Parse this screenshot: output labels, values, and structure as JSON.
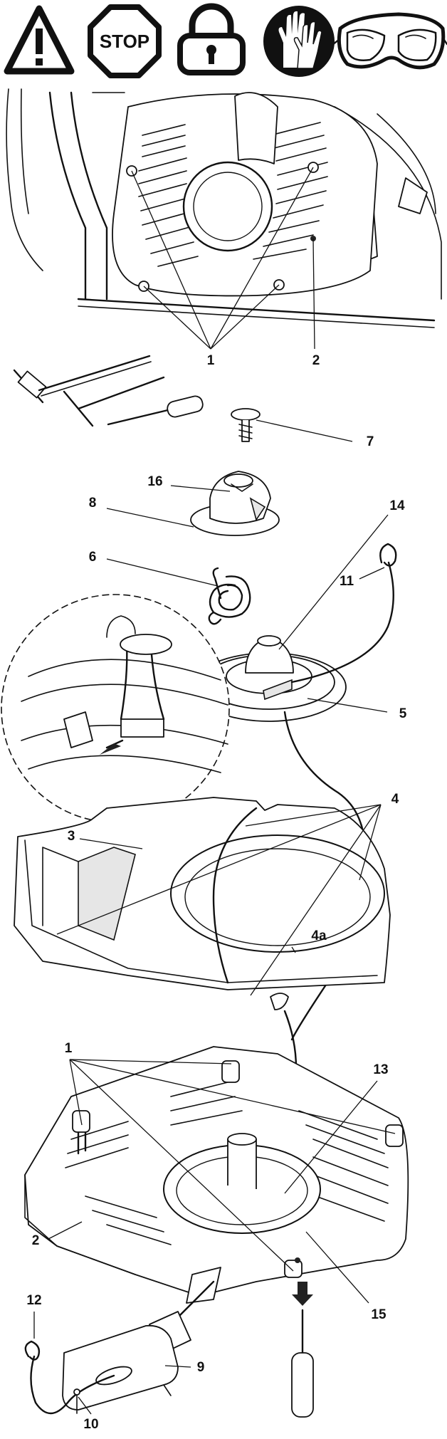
{
  "header_icons": [
    {
      "name": "warning-triangle-icon"
    },
    {
      "name": "stop-sign-icon",
      "label": "STOP"
    },
    {
      "name": "padlock-icon"
    },
    {
      "name": "gloves-icon"
    },
    {
      "name": "safety-goggles-icon"
    }
  ],
  "callouts": {
    "c1_top": "1",
    "c2_top": "2",
    "c7": "7",
    "c16": "16",
    "c8": "8",
    "c14": "14",
    "c6": "6",
    "c11": "11",
    "c5": "5",
    "c4": "4",
    "c3": "3",
    "c4a": "4a",
    "c1_bottom": "1",
    "c13": "13",
    "c2_bottom": "2",
    "c12": "12",
    "c9": "9",
    "c15": "15",
    "c10": "10"
  },
  "colors": {
    "ink": "#111111",
    "paper": "#ffffff",
    "icon_fill": "#111111"
  }
}
